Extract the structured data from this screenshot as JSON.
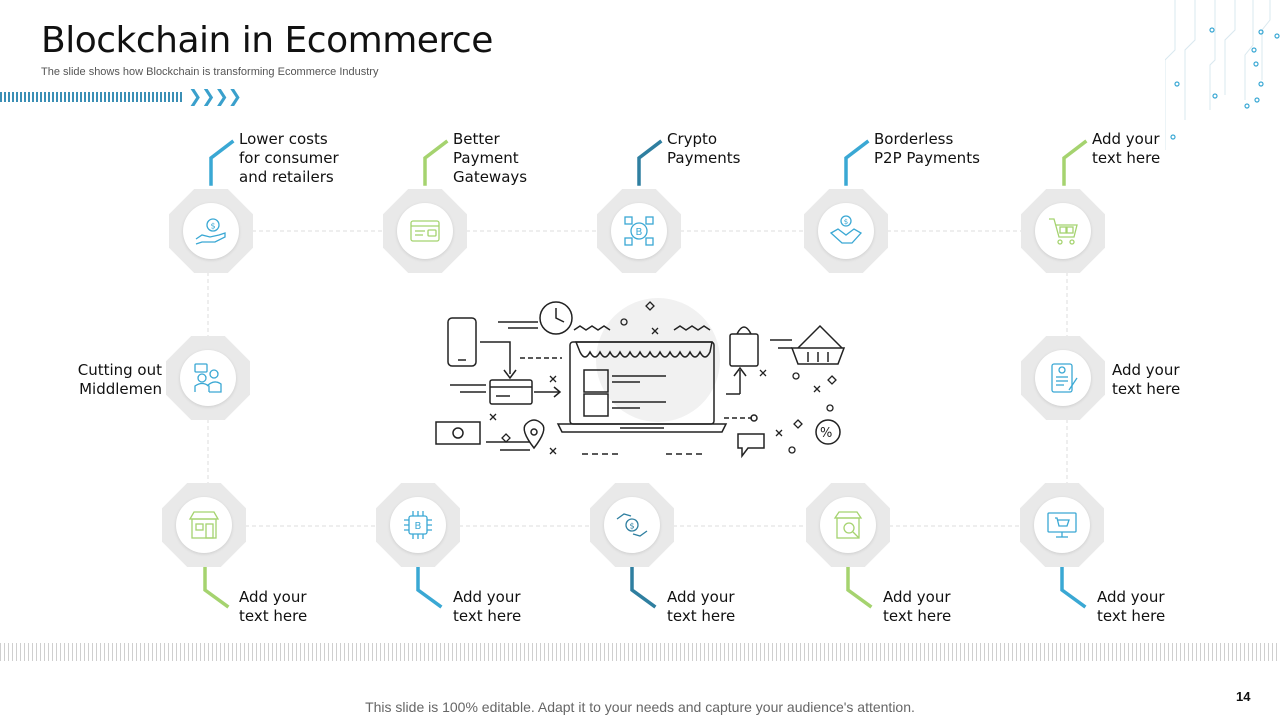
{
  "title": "Blockchain in Ecommerce",
  "subtitle": "The slide shows how Blockchain is transforming Ecommerce Industry",
  "footer": "This slide is 100% editable. Adapt it to your needs and capture your audience's attention.",
  "page_number": "14",
  "colors": {
    "blue": "#3aa8d4",
    "green": "#a5d36f",
    "dark_blue": "#2f7fa0"
  },
  "nodes": [
    {
      "icon": "dollar-hand-icon",
      "lines": [
        "Lower costs",
        "for consumer",
        "and retailers"
      ]
    },
    {
      "icon": "payment-card-icon",
      "lines": [
        "Better",
        "Payment",
        "Gateways"
      ]
    },
    {
      "icon": "bitcoin-cube-icon",
      "lines": [
        "Crypto",
        "Payments"
      ]
    },
    {
      "icon": "handshake-dollar-icon",
      "lines": [
        "Borderless",
        "P2P Payments"
      ]
    },
    {
      "icon": "shopping-cart-icon",
      "lines": [
        "Add your",
        "text here"
      ]
    },
    {
      "icon": "people-icon",
      "lines": [
        "Cutting out",
        "Middlemen"
      ]
    },
    {
      "icon": "checklist-icon",
      "lines": [
        "Add your",
        "text here"
      ]
    },
    {
      "icon": "storefront-icon",
      "lines": [
        "Add your",
        "text here"
      ]
    },
    {
      "icon": "bitcoin-chip-icon",
      "lines": [
        "Add your",
        "text here"
      ]
    },
    {
      "icon": "dollar-exchange-icon",
      "lines": [
        "Add your",
        "text here"
      ]
    },
    {
      "icon": "search-store-icon",
      "lines": [
        "Add your",
        "text here"
      ]
    },
    {
      "icon": "monitor-cart-icon",
      "lines": [
        "Add your",
        "text here"
      ]
    }
  ]
}
